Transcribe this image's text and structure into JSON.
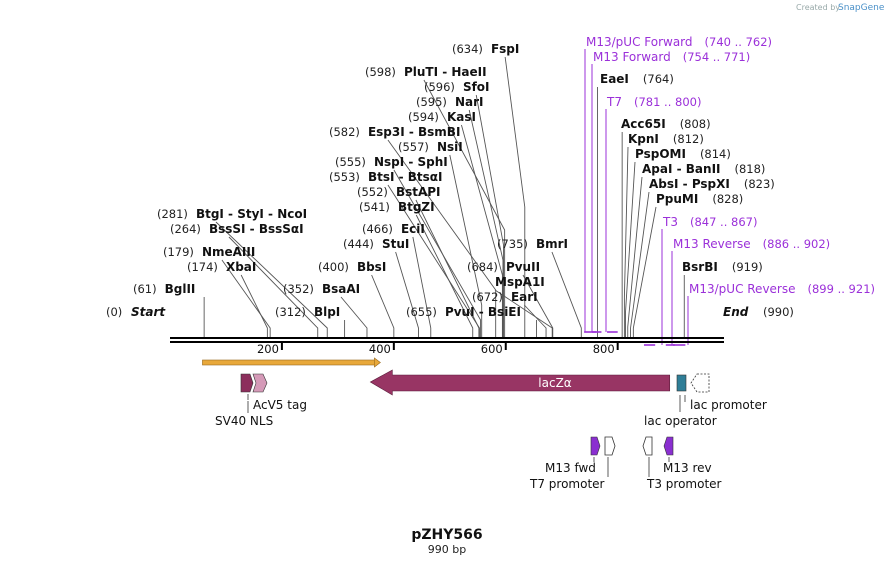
{
  "credit": {
    "created_by": "Created by",
    "brand": "SnapGene",
    "brand_color": "#4a90c8"
  },
  "map": {
    "name": "pZHY566",
    "length_label": "990 bp",
    "total_bp": 990,
    "ticks": [
      "200",
      "400",
      "600",
      "800"
    ],
    "tick_values": [
      200,
      400,
      600,
      800
    ],
    "start_label": "Start",
    "start_pos": "(0)",
    "end_label": "End",
    "end_pos": "(990)"
  },
  "enzymes": [
    {
      "pos": "(61)",
      "name": "BglII",
      "bp": 61
    },
    {
      "pos": "(174)",
      "name": "XbaI",
      "bp": 174
    },
    {
      "pos": "(179)",
      "name": "NmeAIII",
      "bp": 179
    },
    {
      "pos": "(264)",
      "name": "BssSI  -  BssSαI",
      "bp": 264
    },
    {
      "pos": "(281)",
      "name": "BtgI  -  StyI  -  NcoI",
      "bp": 281
    },
    {
      "pos": "(312)",
      "name": "BlpI",
      "bp": 312
    },
    {
      "pos": "(352)",
      "name": "BsaAI",
      "bp": 352
    },
    {
      "pos": "(400)",
      "name": "BbsI",
      "bp": 400
    },
    {
      "pos": "(444)",
      "name": "StuI",
      "bp": 444
    },
    {
      "pos": "(466)",
      "name": "EciI",
      "bp": 466
    },
    {
      "pos": "(541)",
      "name": "BtgZI",
      "bp": 541
    },
    {
      "pos": "(552)",
      "name": "BstAPI",
      "bp": 552
    },
    {
      "pos": "(553)",
      "name": "BtsI  -  BtsαI",
      "bp": 553
    },
    {
      "pos": "(555)",
      "name": "NspI  -  SphI",
      "bp": 555
    },
    {
      "pos": "(557)",
      "name": "NsiI",
      "bp": 557
    },
    {
      "pos": "(582)",
      "name": "Esp3I  -  BsmBI",
      "bp": 582
    },
    {
      "pos": "(594)",
      "name": "KasI",
      "bp": 594
    },
    {
      "pos": "(595)",
      "name": "NarI",
      "bp": 595
    },
    {
      "pos": "(596)",
      "name": "SfoI",
      "bp": 596
    },
    {
      "pos": "(598)",
      "name": "PluTI  -  HaeII",
      "bp": 598
    },
    {
      "pos": "(634)",
      "name": "FspI",
      "bp": 634
    },
    {
      "pos": "(655)",
      "name": "PvuI  -  BsiEI",
      "bp": 655
    },
    {
      "pos": "(672)",
      "name": "EarI",
      "bp": 672
    },
    {
      "pos": "",
      "name": "MspA1I",
      "bp": 683
    },
    {
      "pos": "(684)",
      "name": "PvuII",
      "bp": 684
    },
    {
      "pos": "(735)",
      "name": "BmrI",
      "bp": 735
    },
    {
      "pos": "(764)",
      "name": "EaeI",
      "bp": 764
    },
    {
      "pos": "(808)",
      "name": "Acc65I",
      "bp": 808
    },
    {
      "pos": "(812)",
      "name": "KpnI",
      "bp": 812
    },
    {
      "pos": "(814)",
      "name": "PspOMI",
      "bp": 814
    },
    {
      "pos": "(818)",
      "name": "ApaI  -  BanII",
      "bp": 818
    },
    {
      "pos": "(823)",
      "name": "AbsI  -  PspXI",
      "bp": 823
    },
    {
      "pos": "(828)",
      "name": "PpuMI",
      "bp": 828
    },
    {
      "pos": "(919)",
      "name": "BsrBI",
      "bp": 919
    }
  ],
  "primers": [
    {
      "name": "M13/pUC Forward",
      "range": "(740 .. 762)",
      "start": 740,
      "end": 762
    },
    {
      "name": "M13 Forward",
      "range": "(754 .. 771)",
      "start": 754,
      "end": 771
    },
    {
      "name": "T7",
      "range": "(781 .. 800)",
      "start": 781,
      "end": 800
    },
    {
      "name": "T3",
      "range": "(847 .. 867)",
      "start": 847,
      "end": 867
    },
    {
      "name": "M13 Reverse",
      "range": "(886 .. 902)",
      "start": 886,
      "end": 902
    },
    {
      "name": "M13/pUC Reverse",
      "range": "(899 .. 921)",
      "start": 899,
      "end": 921
    }
  ],
  "features": {
    "lacz": {
      "label": "lacZα",
      "color": "#983564",
      "start": 358,
      "end": 893
    },
    "orf": {
      "color": "#e8a83a",
      "start": 58,
      "end": 376
    },
    "sv40_nls": {
      "label": "SV40 NLS",
      "color": "#8c2e5c"
    },
    "acv5_tag": {
      "label": "AcV5 tag",
      "color": "#d59ab8"
    },
    "lac_operator": {
      "label": "lac operator",
      "color": "#2f7e97"
    },
    "lac_promoter": {
      "label": "lac promoter",
      "color": "#ffffff"
    },
    "m13_fwd": {
      "label": "M13 fwd",
      "color": "#8a2fd0"
    },
    "t7_promoter": {
      "label": "T7 promoter",
      "color": "#ffffff"
    },
    "t3_promoter": {
      "label": "T3 promoter",
      "color": "#ffffff"
    },
    "m13_rev": {
      "label": "M13 rev",
      "color": "#8a2fd0"
    }
  }
}
